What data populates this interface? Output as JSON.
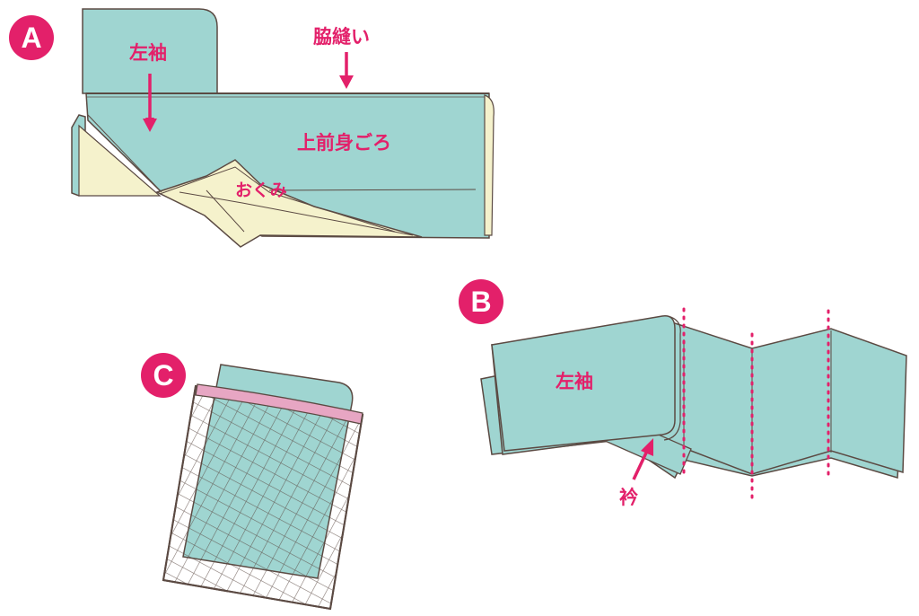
{
  "colors": {
    "accent": "#e3206a",
    "fabric": "#9fd5d1",
    "lining": "#f5f2cc",
    "outline": "#5b4a43",
    "collar_band": "#e7a6c3",
    "badge_text": "#ffffff"
  },
  "panels": {
    "a": {
      "badge": "A",
      "labels": {
        "left_sleeve": "左袖",
        "side_seam": "脇縫い",
        "front_body": "上前身ごろ",
        "okumi": "おくみ"
      }
    },
    "b": {
      "badge": "B",
      "labels": {
        "left_sleeve": "左袖",
        "collar": "衿"
      }
    },
    "c": {
      "badge": "C"
    }
  },
  "icons": [
    "arrow-down-icon",
    "arrow-up-right-icon",
    "dotted-fold-line-icon",
    "laundry-net-icon"
  ]
}
